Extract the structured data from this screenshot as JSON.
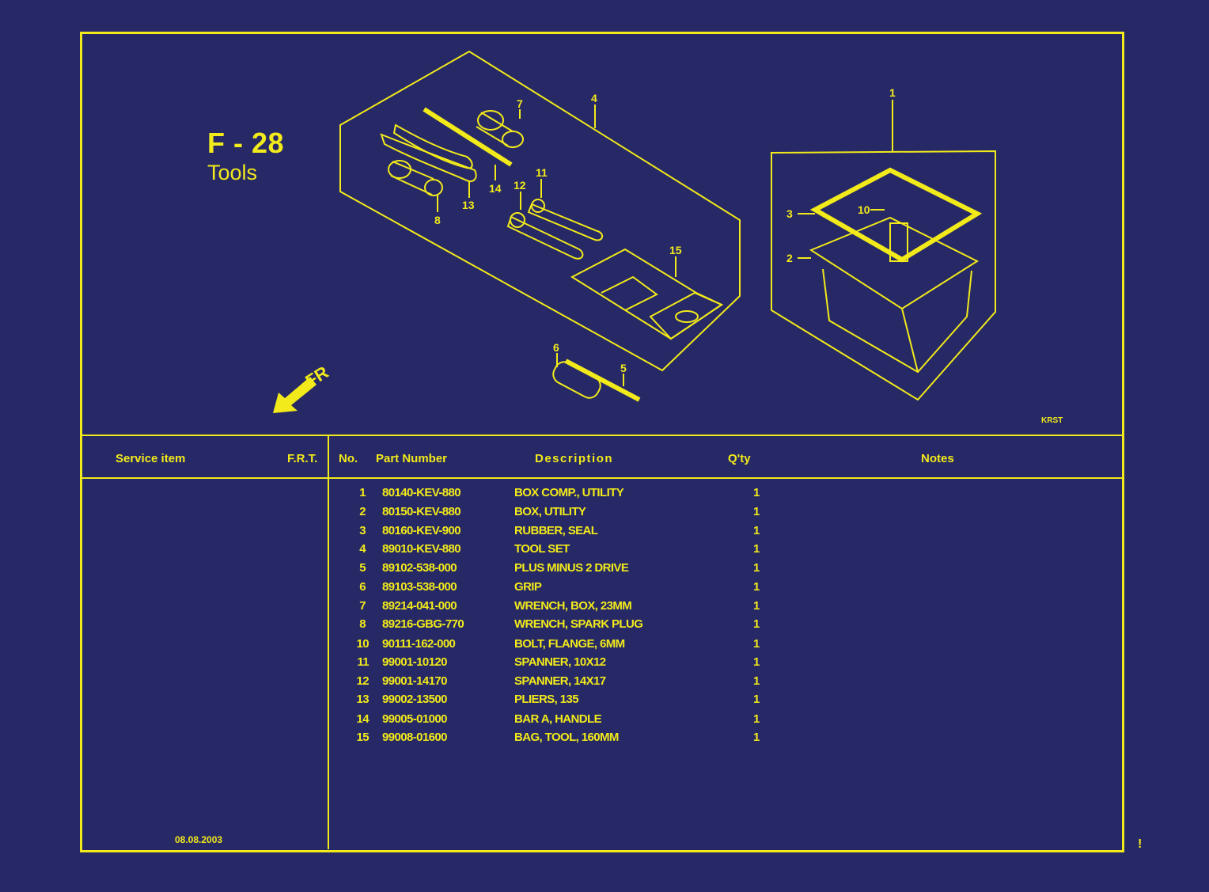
{
  "page": {
    "code": "F - 28",
    "title": "Tools",
    "direction_label": "FR",
    "corner_code": "KRST",
    "date": "08.08.2003",
    "margin_mark": "!"
  },
  "callouts": [
    "1",
    "2",
    "3",
    "4",
    "5",
    "6",
    "7",
    "8",
    "10",
    "11",
    "12",
    "13",
    "14",
    "15"
  ],
  "table": {
    "headers": {
      "service_item": "Service item",
      "frt": "F.R.T.",
      "no": "No.",
      "part_number": "Part Number",
      "description": "Description",
      "qty": "Q'ty",
      "notes": "Notes"
    },
    "rows": [
      {
        "no": "1",
        "part": "80140-KEV-880",
        "desc": "BOX COMP., UTILITY",
        "qty": "1"
      },
      {
        "no": "2",
        "part": "80150-KEV-880",
        "desc": "BOX, UTILITY",
        "qty": "1"
      },
      {
        "no": "3",
        "part": "80160-KEV-900",
        "desc": "RUBBER, SEAL",
        "qty": "1"
      },
      {
        "no": "4",
        "part": "89010-KEV-880",
        "desc": "TOOL SET",
        "qty": "1"
      },
      {
        "no": "5",
        "part": "89102-538-000",
        "desc": "PLUS MINUS 2 DRIVE",
        "qty": "1"
      },
      {
        "no": "6",
        "part": "89103-538-000",
        "desc": "GRIP",
        "qty": "1"
      },
      {
        "no": "7",
        "part": "89214-041-000",
        "desc": "WRENCH, BOX, 23MM",
        "qty": "1"
      },
      {
        "no": "8",
        "part": "89216-GBG-770",
        "desc": "WRENCH, SPARK PLUG",
        "qty": "1"
      },
      {
        "no": "10",
        "part": "90111-162-000",
        "desc": "BOLT, FLANGE, 6MM",
        "qty": "1"
      },
      {
        "no": "11",
        "part": "99001-10120",
        "desc": "SPANNER, 10X12",
        "qty": "1"
      },
      {
        "no": "12",
        "part": "99001-14170",
        "desc": "SPANNER, 14X17",
        "qty": "1"
      },
      {
        "no": "13",
        "part": "99002-13500",
        "desc": "PLIERS, 135",
        "qty": "1"
      },
      {
        "no": "14",
        "part": "99005-01000",
        "desc": "BAR A, HANDLE",
        "qty": "1"
      },
      {
        "no": "15",
        "part": "99008-01600",
        "desc": "BAG, TOOL, 160MM",
        "qty": "1"
      }
    ]
  },
  "colors": {
    "background": "#262966",
    "ink": "#f2ea1a"
  }
}
